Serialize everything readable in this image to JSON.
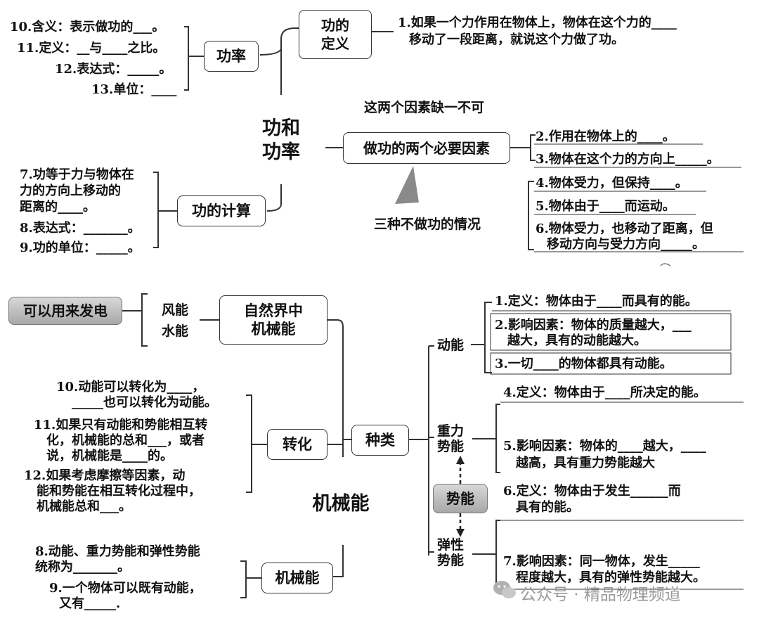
{
  "top": {
    "center_title": "功和\n功率",
    "power_box": "功率",
    "work_def_box": "功的\n定义",
    "calc_box": "功的计算",
    "factors_box": "做功的两个必要因素",
    "factors_note": "这两个因素缺一不可",
    "no_work_note": "三种不做功的情况",
    "power_items": [
      "10.含义：表示做功的___。",
      "11.定义：__与____之比。",
      "12.表达式：_____。",
      "13.单位：____"
    ],
    "work_def_lines": [
      "1.如果一个力作用在物体上，物体在这个力的____",
      "移动了一段距离，就说这个力做了功。"
    ],
    "factor_items": [
      "2.作用在物体上的____。",
      "3.物体在这个力的方向上_____。"
    ],
    "no_work_items": [
      "4.物体受力，但保持____。",
      "5.物体由于____而运动。",
      "6.物体受力，也移动了距离，但",
      "移动方向与受力方向_____。"
    ],
    "calc_items": [
      "7.功等于力与物体在",
      "力的方向上移动的",
      "距离的____。",
      "8.表达式：_______。",
      "9.功的单位：_____。"
    ]
  },
  "bottom": {
    "center_title": "机械能",
    "electricity_box": "可以用来发电",
    "wind": "风能",
    "water": "水能",
    "nature_box": "自然界中\n机械能",
    "kinds_box": "种类",
    "convert_box": "转化",
    "mech_box": "机械能",
    "kinetic": "动能",
    "gravity_pe": "重力\n势能",
    "potential_box": "势能",
    "elastic_pe": "弹性\n势能",
    "kinetic_items": [
      "1.定义：物体由于____而具有的能。",
      "2.影响因素：物体的质量越大，___",
      "越大，具有的动能越大。",
      "3.一切____的物体都具有动能。"
    ],
    "gravity_items": [
      "4.定义：物体由于____所决定的能。",
      "5.影响因素：物体的____越大，____",
      "越高，具有重力势能越大"
    ],
    "elastic_items": [
      "6.定义：物体由于发生______而",
      "具有的能。",
      "7.影响因素：同一物体，发生_____",
      "程度越大，具有的弹性势能越大。"
    ],
    "convert_items": [
      "10.动能可以转化为____，",
      "_____也可以转化为动能。",
      "11.如果只有动能和势能相互转",
      "化，机械能的总和___，或者",
      "说，机械能是____的。",
      "12.如果考虑摩擦等因素，动",
      "能和势能在相互转化过程中，",
      "机械能总和___。"
    ],
    "mech_items": [
      "8.动能、重力势能和弹性势能",
      "统称为_______。",
      "9.一个物体可以既有动能，",
      "又有_____."
    ]
  },
  "watermark": "公众号 · 精品物理频道",
  "wechat_icon": "wechat-icon"
}
